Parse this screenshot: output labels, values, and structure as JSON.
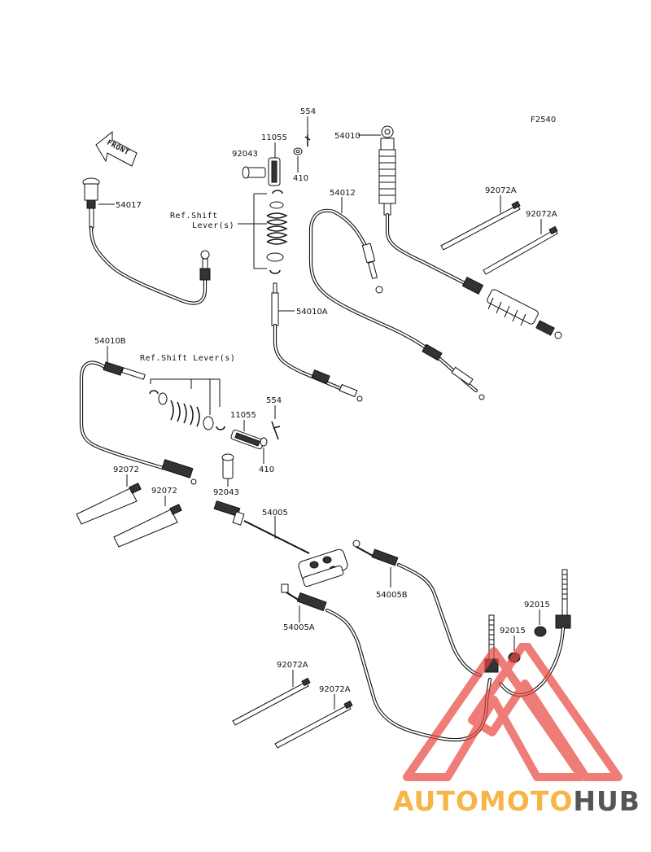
{
  "figure_code": "F2540",
  "front_arrow_label": "FRONT",
  "callouts": {
    "p554_top": "554",
    "p11055_top": "11055",
    "p92043_top": "92043",
    "p410_top": "410",
    "p54010": "54010",
    "p54017": "54017",
    "ref_shift_top_line1": "Ref.Shift",
    "ref_shift_top_line2": "Lever(s)",
    "p54012": "54012",
    "p92072A_1": "92072A",
    "p92072A_2": "92072A",
    "p54010A": "54010A",
    "p54010B": "54010B",
    "ref_shift_bottom": "Ref.Shift Lever(s)",
    "p554_bottom": "554",
    "p11055_bottom": "11055",
    "p410_bottom": "410",
    "p92043_bottom": "92043",
    "p92072_1": "92072",
    "p92072_2": "92072",
    "p54005": "54005",
    "p54005B": "54005B",
    "p54005A": "54005A",
    "p92015_1": "92015",
    "p92015_2": "92015",
    "p92072A_3": "92072A",
    "p92072A_4": "92072A"
  },
  "watermark": {
    "part1": "AUTO",
    "part2": "MOTO",
    "part3": "HUB",
    "triangle_color": "#e8473f",
    "text_color_a": "#f5b547",
    "text_color_b": "#555555"
  }
}
